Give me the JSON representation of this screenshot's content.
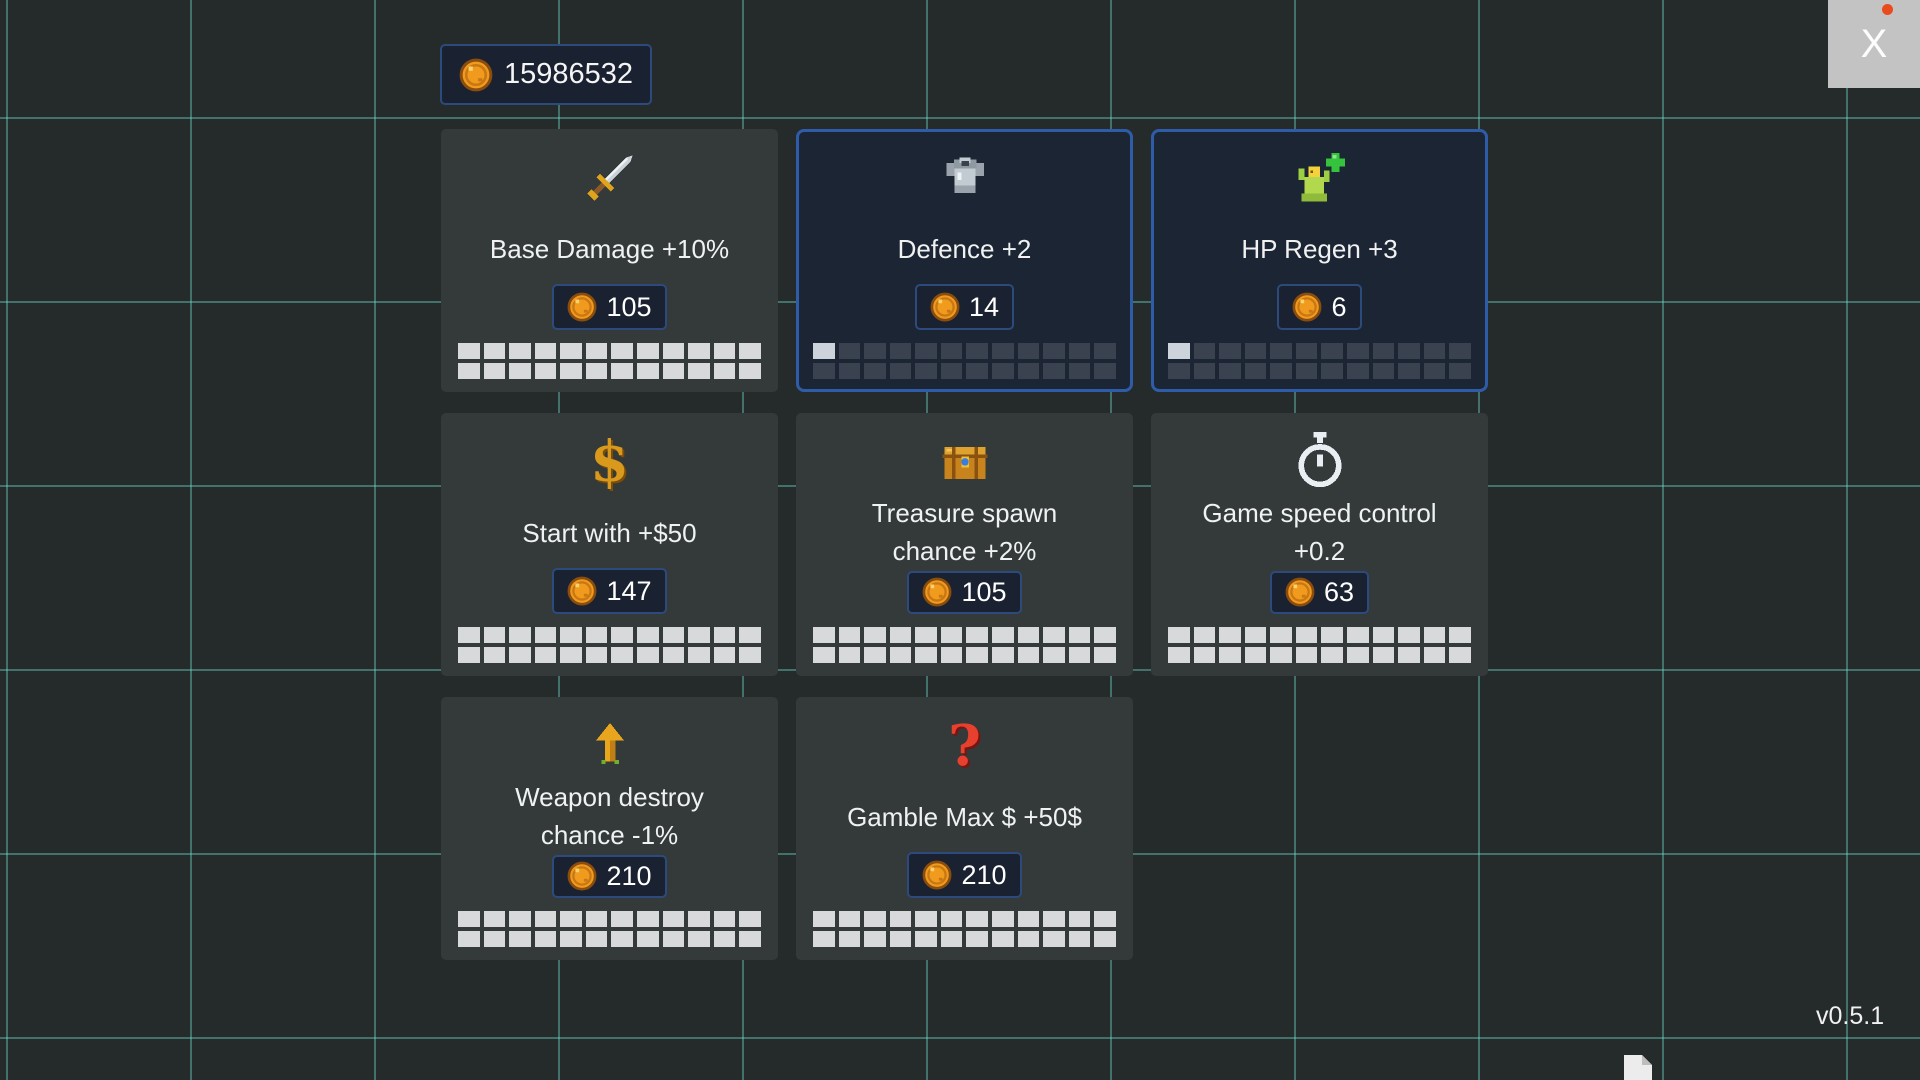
{
  "colors": {
    "accent_blue": "#2f5ca8",
    "badge_bg": "#1a2231",
    "badge_border": "#2c4a7c",
    "coin_orange": "#f09a1e",
    "grid_teal": "#44736c",
    "square_light": "#d7d9da",
    "square_dark": "#3a4250"
  },
  "hud": {
    "coin_balance": "15986532",
    "close_label": "X",
    "version": "v0.5.1"
  },
  "cards": [
    {
      "label": "Base Damage +10%",
      "cost": "105",
      "icon": "sword-icon",
      "selected": false,
      "progress": {
        "rows": 2,
        "per_row": 12,
        "filled": 0,
        "variant": "light"
      }
    },
    {
      "label": "Defence +2",
      "cost": "14",
      "icon": "armor-icon",
      "selected": true,
      "progress": {
        "rows": 2,
        "per_row": 12,
        "filled": 1,
        "variant": "dark"
      }
    },
    {
      "label": "HP Regen +3",
      "cost": "6",
      "icon": "hp-regen-icon",
      "selected": true,
      "progress": {
        "rows": 2,
        "per_row": 12,
        "filled": 1,
        "variant": "dark"
      }
    },
    {
      "label": "Start with +$50",
      "cost": "147",
      "icon": "dollar-icon",
      "icon_glyph": "$",
      "selected": false,
      "progress": {
        "rows": 2,
        "per_row": 12,
        "filled": 0,
        "variant": "light"
      }
    },
    {
      "label": "Treasure spawn chance +2%",
      "cost": "105",
      "icon": "treasure-chest-icon",
      "selected": false,
      "progress": {
        "rows": 2,
        "per_row": 12,
        "filled": 0,
        "variant": "light"
      }
    },
    {
      "label": "Game speed control +0.2",
      "cost": "63",
      "icon": "stopwatch-icon",
      "selected": false,
      "progress": {
        "rows": 2,
        "per_row": 12,
        "filled": 0,
        "variant": "light"
      }
    },
    {
      "label": "Weapon destroy chance -1%",
      "cost": "210",
      "icon": "up-arrow-icon",
      "selected": false,
      "progress": {
        "rows": 2,
        "per_row": 12,
        "filled": 0,
        "variant": "light"
      }
    },
    {
      "label": "Gamble Max $ +50$",
      "cost": "210",
      "icon": "question-mark-icon",
      "icon_glyph": "?",
      "selected": false,
      "progress": {
        "rows": 2,
        "per_row": 12,
        "filled": 0,
        "variant": "light"
      }
    }
  ]
}
